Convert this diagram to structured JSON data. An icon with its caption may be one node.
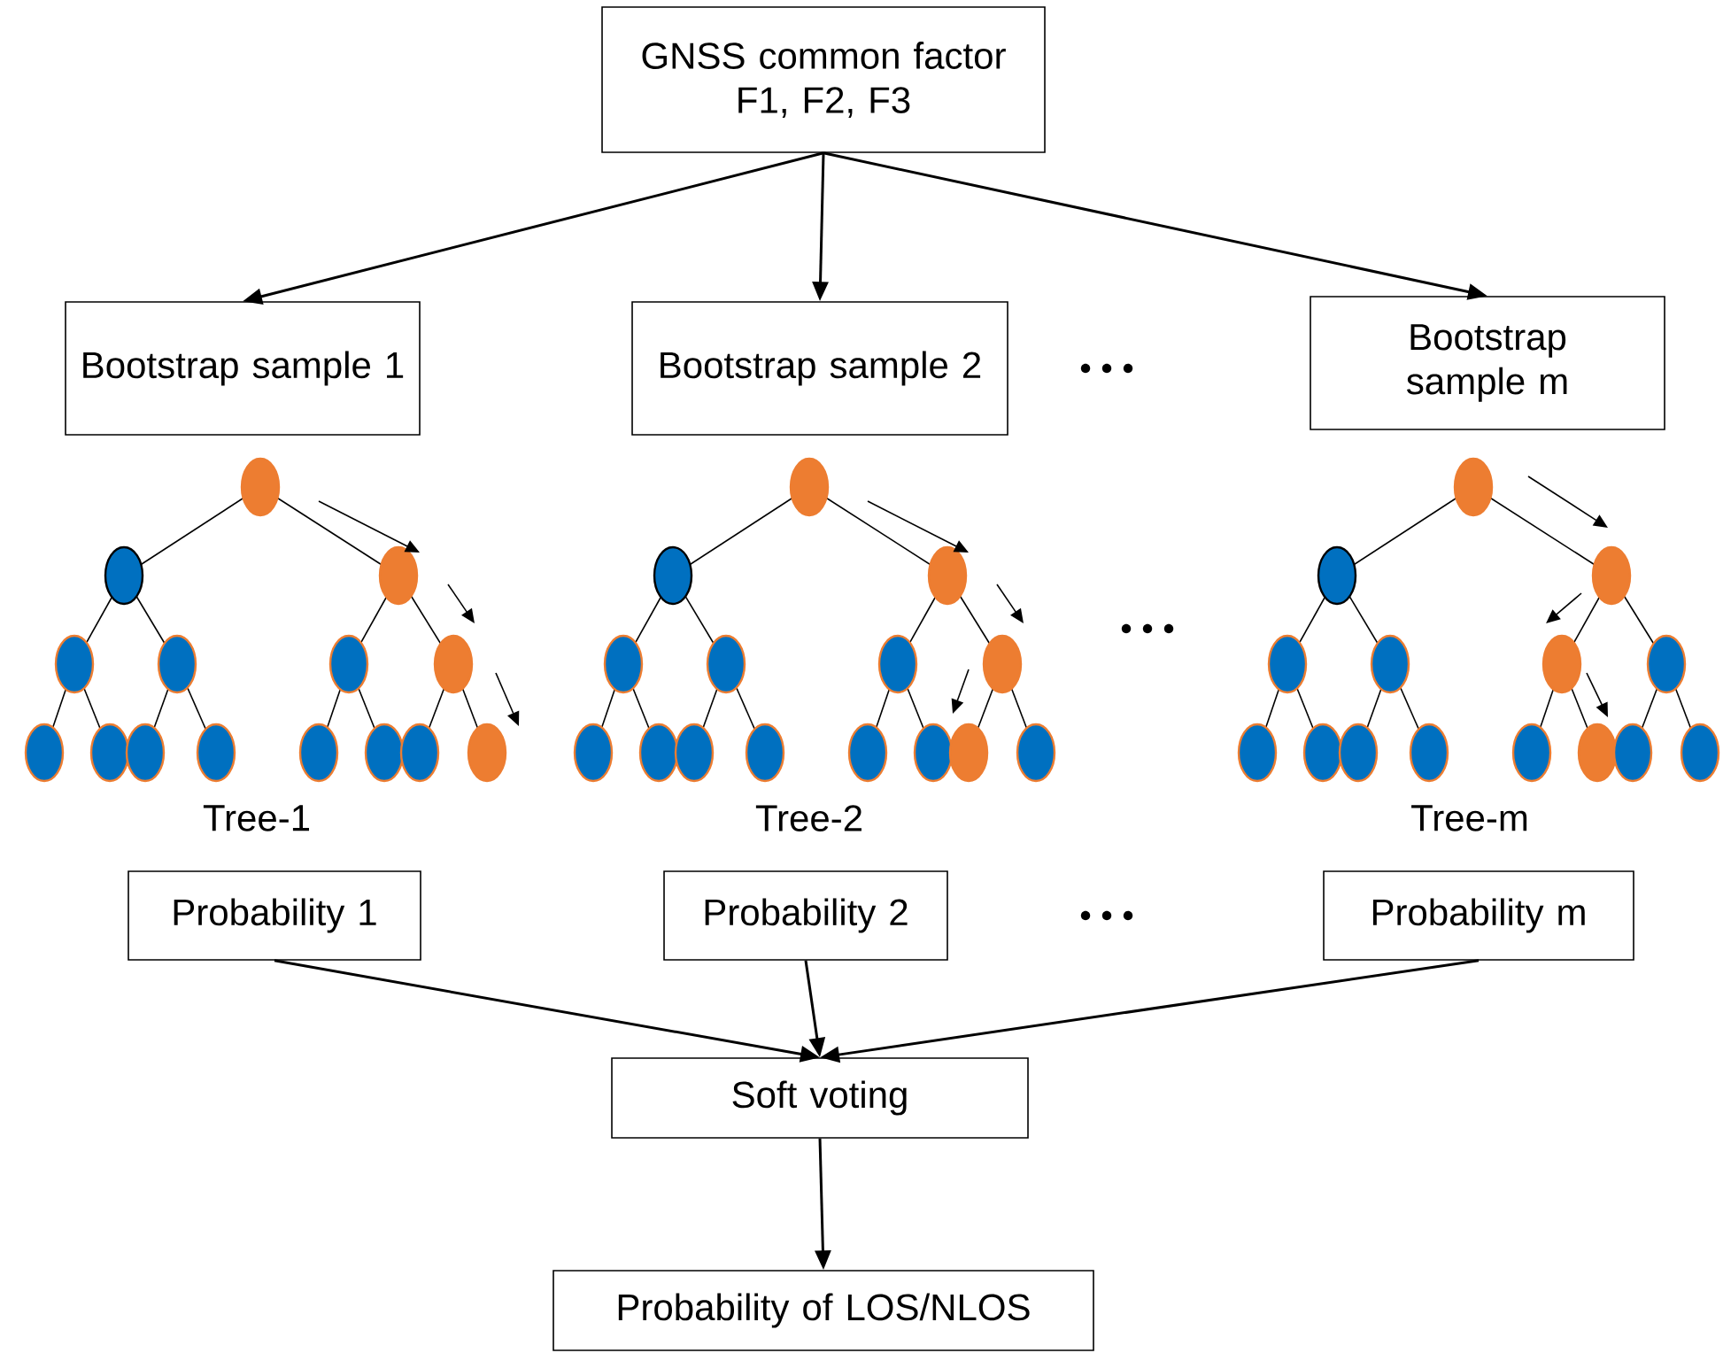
{
  "diagram": {
    "nodes": [
      {
        "text": [
          "GNSS common factor",
          "F1, F2, F3"
        ]
      },
      {
        "text": [
          "Bootstrap sample 1"
        ]
      },
      {
        "text": [
          "Bootstrap sample 2"
        ]
      },
      {
        "text": [
          "Bootstrap sample m"
        ]
      },
      {
        "text": [
          "Probability 1"
        ]
      },
      {
        "text": [
          "Probability 2"
        ]
      },
      {
        "text": [
          "Probability m"
        ]
      },
      {
        "text": [
          "Soft voting"
        ]
      },
      {
        "text": [
          "Probability of LOS/NLOS"
        ]
      }
    ],
    "edges": [
      {
        "from": 0,
        "to": 1,
        "arrow": "to"
      },
      {
        "from": 0,
        "to": 2,
        "arrow": "to"
      },
      {
        "from": 0,
        "to": 3,
        "arrow": "to"
      },
      {
        "from": 4,
        "to": 7,
        "arrow": "to"
      },
      {
        "from": 5,
        "to": 7,
        "arrow": "to"
      },
      {
        "from": 6,
        "to": 7,
        "arrow": "to"
      },
      {
        "from": 7,
        "to": 8,
        "arrow": "to"
      }
    ],
    "labels": [
      "Tree-1",
      "Tree-2",
      "Tree-m"
    ]
  }
}
